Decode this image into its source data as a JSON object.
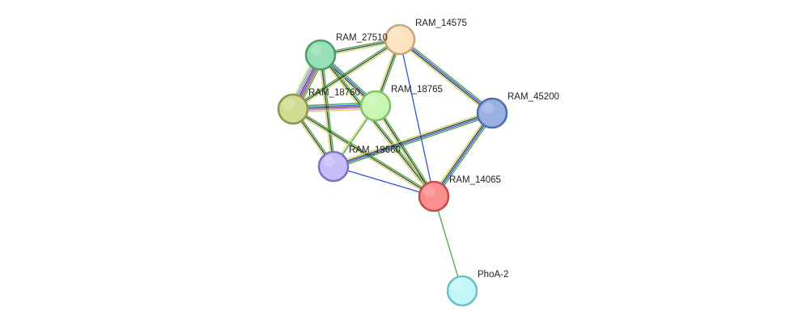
{
  "network": {
    "nodes": [
      {
        "id": "RAM_14575",
        "label": "RAM_14575",
        "fill": "#fde2bf",
        "stroke": "#c6a77e"
      },
      {
        "id": "RAM_27510",
        "label": "RAM_27510",
        "fill": "#97dfb4",
        "stroke": "#4f9b6c"
      },
      {
        "id": "RAM_18760",
        "label": "RAM_18760",
        "fill": "#cfdc91",
        "stroke": "#8a9a4e"
      },
      {
        "id": "RAM_18765",
        "label": "RAM_18765",
        "fill": "#c9f7b2",
        "stroke": "#85c16c"
      },
      {
        "id": "RAM_45200",
        "label": "RAM_45200",
        "fill": "#9ab1e1",
        "stroke": "#4f6fad"
      },
      {
        "id": "RAM_19660",
        "label": "RAM_19660",
        "fill": "#c8bdf6",
        "stroke": "#7f73c4"
      },
      {
        "id": "RAM_14065",
        "label": "RAM_14065",
        "fill": "#fb8f8f",
        "stroke": "#c24f4f"
      },
      {
        "id": "PhoA-2",
        "label": "PhoA-2",
        "fill": "#c1f7f8",
        "stroke": "#74bfc0"
      }
    ],
    "evidence_colors": {
      "neighborhood": "#2ca02c",
      "fusion": "#d62728",
      "cooccurrence": "#1f3fd6",
      "coexpression": "#222222",
      "experiments": "#d64fd6",
      "databases": "#3bb8c8",
      "textmining": "#c8d04a"
    },
    "edges": [
      {
        "source": "RAM_27510",
        "target": "RAM_18760",
        "evidence": [
          "neighborhood",
          "fusion",
          "cooccurrence",
          "coexpression",
          "experiments",
          "databases",
          "textmining"
        ]
      },
      {
        "source": "RAM_27510",
        "target": "RAM_14575",
        "evidence": [
          "neighborhood",
          "coexpression",
          "textmining"
        ]
      },
      {
        "source": "RAM_27510",
        "target": "RAM_18765",
        "evidence": [
          "neighborhood",
          "cooccurrence",
          "coexpression",
          "textmining"
        ]
      },
      {
        "source": "RAM_27510",
        "target": "RAM_19660",
        "evidence": [
          "neighborhood",
          "coexpression",
          "textmining"
        ]
      },
      {
        "source": "RAM_27510",
        "target": "RAM_14065",
        "evidence": [
          "neighborhood",
          "coexpression",
          "textmining"
        ]
      },
      {
        "source": "RAM_18760",
        "target": "RAM_14575",
        "evidence": [
          "neighborhood",
          "coexpression",
          "textmining"
        ]
      },
      {
        "source": "RAM_18760",
        "target": "RAM_18765",
        "evidence": [
          "neighborhood",
          "cooccurrence",
          "coexpression",
          "experiments",
          "textmining"
        ]
      },
      {
        "source": "RAM_18760",
        "target": "RAM_19660",
        "evidence": [
          "neighborhood",
          "coexpression",
          "textmining"
        ]
      },
      {
        "source": "RAM_18760",
        "target": "RAM_14065",
        "evidence": [
          "neighborhood",
          "coexpression",
          "textmining"
        ]
      },
      {
        "source": "RAM_14575",
        "target": "RAM_18765",
        "evidence": [
          "neighborhood",
          "coexpression",
          "textmining"
        ]
      },
      {
        "source": "RAM_14575",
        "target": "RAM_45200",
        "evidence": [
          "neighborhood",
          "cooccurrence",
          "coexpression",
          "textmining"
        ]
      },
      {
        "source": "RAM_14575",
        "target": "RAM_14065",
        "evidence": [
          "cooccurrence"
        ]
      },
      {
        "source": "RAM_18765",
        "target": "RAM_19660",
        "evidence": [
          "neighborhood",
          "textmining"
        ]
      },
      {
        "source": "RAM_18765",
        "target": "RAM_14065",
        "evidence": [
          "neighborhood",
          "coexpression",
          "textmining"
        ]
      },
      {
        "source": "RAM_45200",
        "target": "RAM_19660",
        "evidence": [
          "neighborhood",
          "cooccurrence",
          "coexpression",
          "textmining"
        ]
      },
      {
        "source": "RAM_45200",
        "target": "RAM_14065",
        "evidence": [
          "neighborhood",
          "cooccurrence",
          "coexpression",
          "textmining"
        ]
      },
      {
        "source": "RAM_19660",
        "target": "RAM_14065",
        "evidence": [
          "cooccurrence"
        ]
      },
      {
        "source": "RAM_14065",
        "target": "PhoA-2",
        "evidence": [
          "neighborhood"
        ]
      }
    ]
  }
}
